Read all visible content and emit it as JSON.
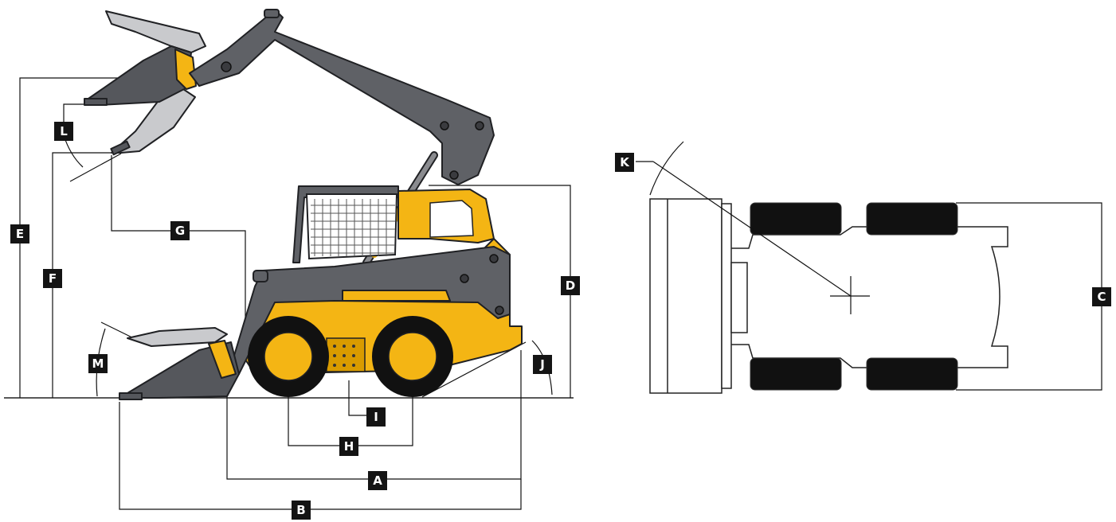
{
  "figure": {
    "side_view_label": "skid-steer-side-view",
    "top_view_label": "skid-steer-top-view"
  },
  "dimension_labels": {
    "A": "A",
    "B": "B",
    "C": "C",
    "D": "D",
    "E": "E",
    "F": "F",
    "G": "G",
    "H": "H",
    "I": "I",
    "J": "J",
    "K": "K",
    "L": "L",
    "M": "M"
  },
  "colors": {
    "machine_yellow": "#f4b514",
    "arm_gray": "#5f6166",
    "label_black": "#141414"
  }
}
